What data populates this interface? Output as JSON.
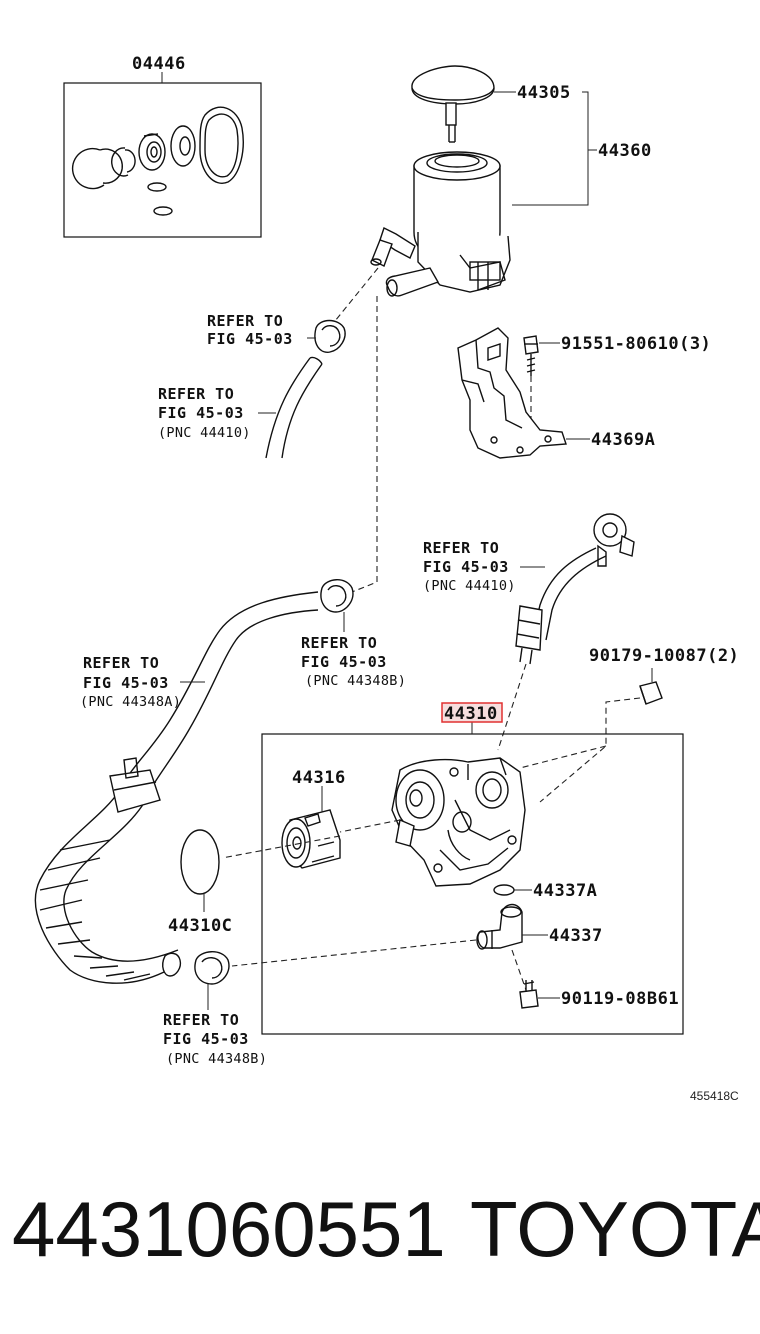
{
  "diagram": {
    "figure_code": "455418C",
    "callouts": {
      "kit": "04446",
      "cap": "44305",
      "reservoir": "44360",
      "bolt": "91551-80610(3)",
      "bracket": "44369A",
      "bushing": "90179-10087(2)",
      "pump": "44310",
      "pulley": "44316",
      "oring_big": "44310C",
      "oring_small": "44337A",
      "union": "44337",
      "union_bolt": "90119-08B61"
    },
    "references": {
      "r1": {
        "line1": "REFER TO",
        "line2": "FIG 45-03",
        "line3": ""
      },
      "r2": {
        "line1": "REFER TO",
        "line2": "FIG 45-03",
        "line3": "(PNC 44410)"
      },
      "r3": {
        "line1": "REFER TO",
        "line2": "FIG 45-03",
        "line3": "(PNC 44410)"
      },
      "r4": {
        "line1": "REFER TO",
        "line2": "FIG 45-03",
        "line3": "(PNC 44348B)"
      },
      "r5": {
        "line1": "REFER TO",
        "line2": "FIG 45-03",
        "line3": "(PNC 44348A)"
      },
      "r6": {
        "line1": "REFER TO",
        "line2": "FIG 45-03",
        "line3": "(PNC 44348B)"
      }
    }
  },
  "footer": {
    "part_number": "4431060551",
    "brand": "TOYOTA"
  },
  "colors": {
    "highlight": "#e03030",
    "highlight_fill": "#f6dede",
    "ink": "#111111"
  }
}
